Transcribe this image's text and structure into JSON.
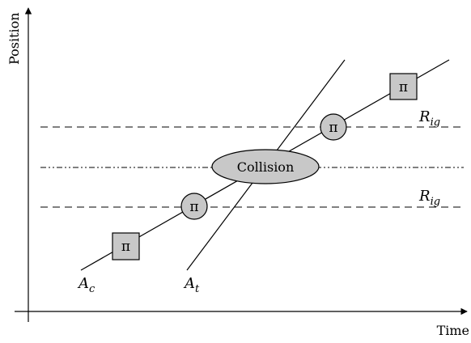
{
  "axes": {
    "x_label": "Time",
    "y_label": "Position"
  },
  "labels": {
    "threshold_upper": {
      "main": "R",
      "sub": "ig"
    },
    "threshold_lower": {
      "main": "R",
      "sub": "ig"
    },
    "trajectory_ac": {
      "main": "A",
      "sub": "c"
    },
    "trajectory_at": {
      "main": "A",
      "sub": "t"
    },
    "collision": "Collision",
    "pi_symbol": "π"
  },
  "colors": {
    "node_fill": "#c8c8c8",
    "stroke": "#000000"
  }
}
